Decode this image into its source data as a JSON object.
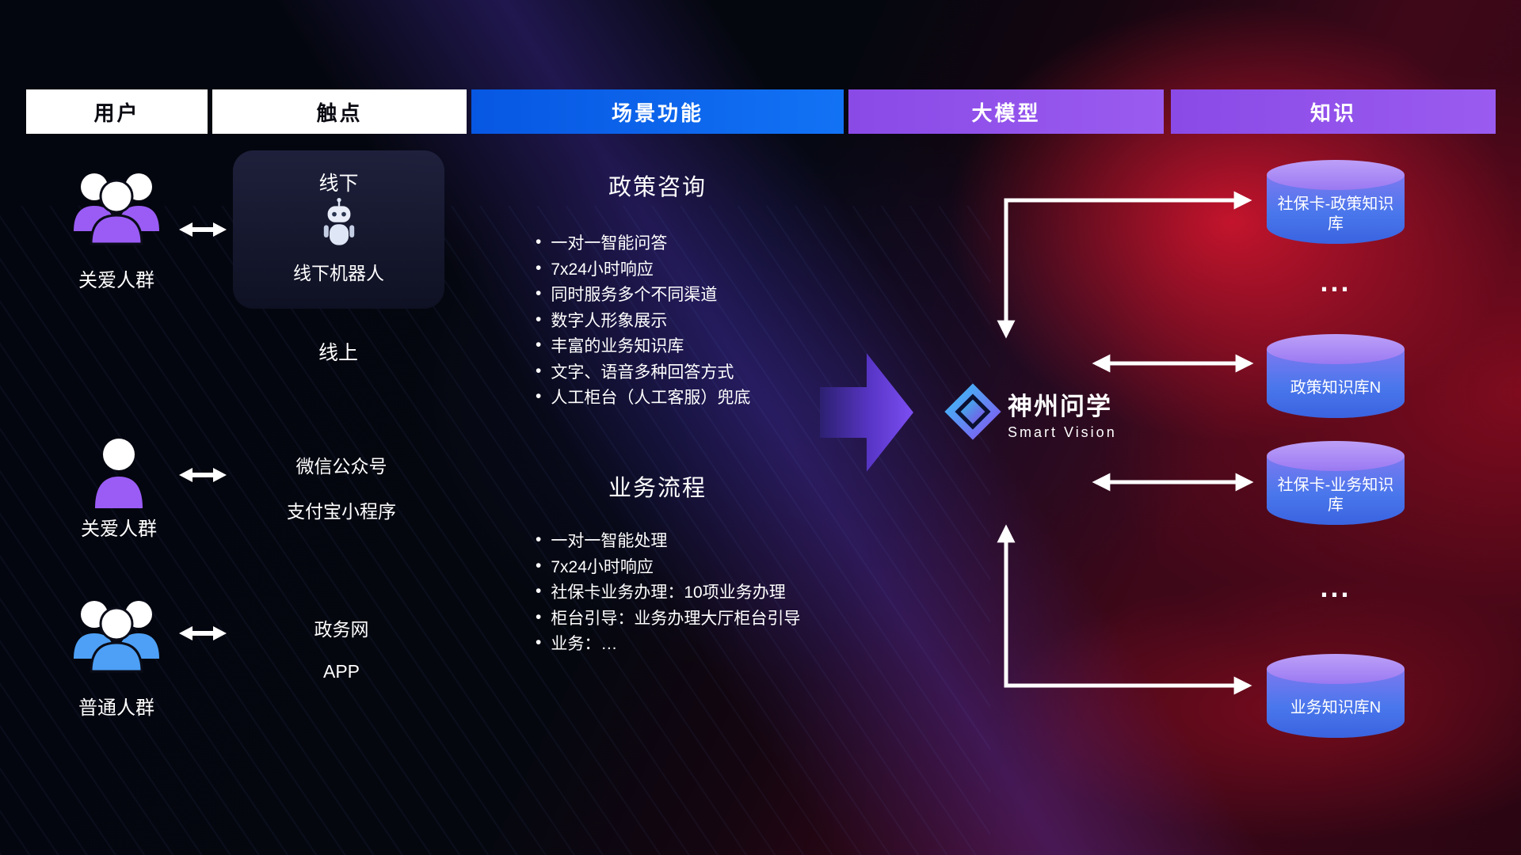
{
  "headers": [
    {
      "label": "用户"
    },
    {
      "label": "触点"
    },
    {
      "label": "场景功能"
    },
    {
      "label": "大模型"
    },
    {
      "label": "知识"
    }
  ],
  "users": [
    {
      "label": "关爱人群"
    },
    {
      "label": "关爱人群"
    },
    {
      "label": "普通人群"
    }
  ],
  "touchpoints": {
    "offline_title": "线下",
    "offline_robot_label": "线下机器人",
    "online_title": "线上",
    "wechat": "微信公众号",
    "alipay": "支付宝小程序",
    "gov_web": "政务网",
    "app": "APP"
  },
  "scenario": {
    "sections": [
      {
        "title": "政策咨询",
        "items": [
          "一对一智能问答",
          "7x24小时响应",
          "同时服务多个不同渠道",
          "数字人形象展示",
          "丰富的业务知识库",
          "文字、语音多种回答方式",
          "人工柜台（人工客服）兜底"
        ]
      },
      {
        "title": "业务流程",
        "items": [
          "一对一智能处理",
          "7x24小时响应",
          "社保卡业务办理：10项业务办理",
          "柜台引导：业务办理大厅柜台引导",
          "业务：…"
        ]
      }
    ]
  },
  "model": {
    "brand": "神州问学",
    "brand_en": "Smart Vision"
  },
  "knowledge": {
    "ellipsis": "...",
    "databases": [
      {
        "label": "社保卡-政策知识库"
      },
      {
        "label": "政策知识库N"
      },
      {
        "label": "社保卡-业务知识库"
      },
      {
        "label": "业务知识库N"
      }
    ]
  },
  "icons": {
    "group_purple": "group-people-icon",
    "person_purple": "person-icon",
    "group_blue": "group-people-icon",
    "exchange": "double-arrow-icon",
    "robot": "robot-icon",
    "logo": "diamond-logo-icon",
    "flow": "big-right-arrow-icon",
    "database": "database-cylinder-icon"
  },
  "colors": {
    "header_blue": "#0f6cf0",
    "header_purple": "#8e52e9",
    "background_red": "#a01126",
    "arrow_purple": "#7d4ef2",
    "db_top": "#ab8cf4",
    "db_body": "#4a77ec",
    "user_purple": "#9a5cf5",
    "user_blue": "#4da0f5"
  }
}
